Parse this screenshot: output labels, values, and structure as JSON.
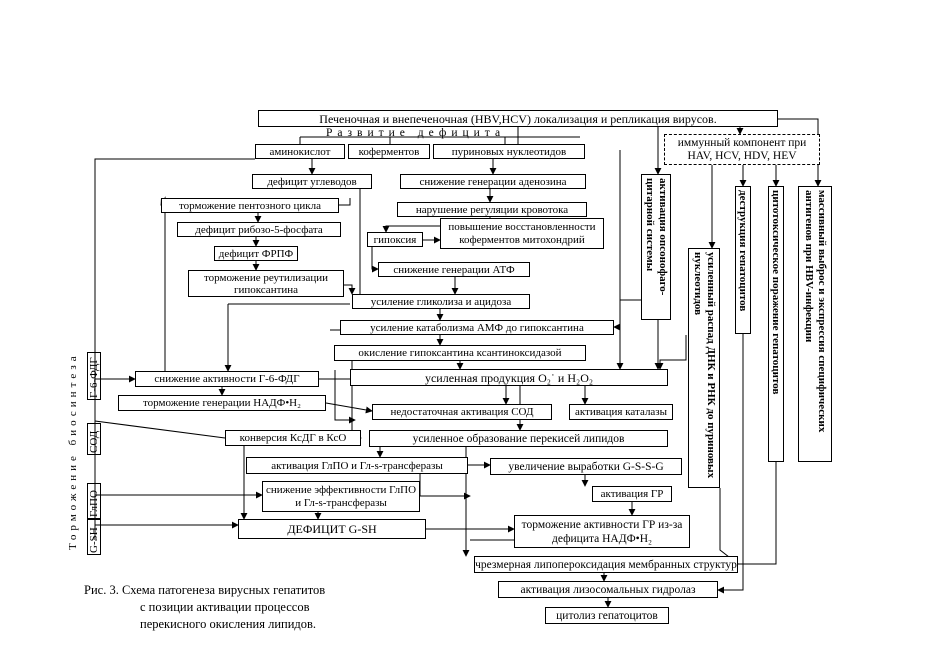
{
  "top": {
    "title": "Печеночная и внепеченочная (HBV,HCV) локализация и репликация вирусов.",
    "deficit_heading": "Развитие дефицита",
    "amino": "аминокислот",
    "coenzymes": "коферментов",
    "purines": "пуриновых нуклеотидов",
    "immune": "иммунный компонент при HAV, HCV, HDV, HEV"
  },
  "nodes": {
    "carb_deficit": "дефицит углеводов",
    "adenosine": "снижение генерации аденозина",
    "pentose": "торможение пентозного цикла",
    "blood_reg": "нарушение регуляции кровотока",
    "ribose": "дефицит рибозо-5-фосфата",
    "hypoxia": "гипоксия",
    "coenz_recovery": "повышение восстановленности коферментов митохондрий",
    "frpf": "дефицит ФРПФ",
    "atp": "снижение генерации АТФ",
    "reutil": "торможение реутилизации гипоксантина",
    "glycolysis": "усиление гликолиза и ацидоза",
    "amp": "усиление катаболизма АМФ до гипоксантина",
    "xanthine": "окисление гипоксантина ксантиноксидазой",
    "g6pd_activity": "снижение активности Г-6-ФДГ",
    "o2_production": "усиленная продукция O₂˙ и H₂O₂",
    "nadph_gen": "торможение генерации НАДФ•H₂",
    "sod": "недостаточная активация СОД",
    "catalase": "активация каталазы",
    "ksdg": "конверсия КсДГ в КсО",
    "lipid_perox": "усиленное образование перекисей липидов",
    "glpo_act": "активация ГлПО и Гл-s-трансферазы",
    "gssg": "увеличение выработки G-S-S-G",
    "glpo_eff": "снижение эффективности ГлПО и Гл-s-трансферазы",
    "gr_act": "активация ГР",
    "gsh_def": "ДЕФИЦИТ G-SH",
    "gr_inhib": "торможение активности ГР из-за дефицита НАДФ•H₂",
    "membrane": "чрезмерная липопероксидация мембранных структур",
    "lysosomal": "активация лизосомальных гидролаз",
    "cytolysis": "цитолиз гепатоцитов"
  },
  "vertical": {
    "opsono": "активация опсонофаго-цитарной системы",
    "dna_rna": "усиленный распад ДНК и РНК до пуриновых нуклеотидов",
    "destruction": "деструкция гепатоцитов",
    "cytotoxic": "цитотоксическое поражение гепатоцитов",
    "massive": "массивный выброс и экспрессия специфических антигенов при HBV-инфекции"
  },
  "side": {
    "inhibition": "Торможение биосинтеза",
    "g6pd": "Г-6-ФДГ",
    "sod": "СОД",
    "glpo": "ГлПО",
    "gsh": "G-SH"
  },
  "caption": {
    "line1": "Рис. 3. Схема патогенеза вирусных гепатитов",
    "line2": "с позиции активации процессов",
    "line3": "перекисного окисления липидов."
  }
}
